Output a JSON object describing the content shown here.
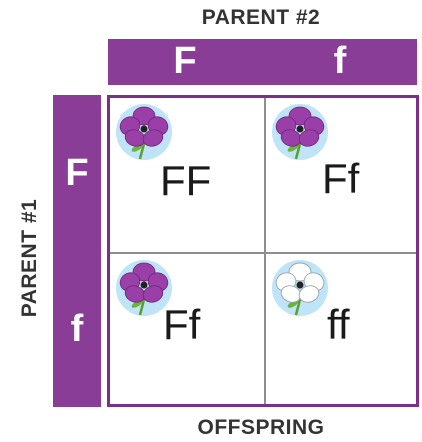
{
  "labels": {
    "parent2": "PARENT #2",
    "parent1": "PARENT #1",
    "offspring": "OFFSPRING"
  },
  "parent2_alleles": [
    "F",
    "f"
  ],
  "parent1_alleles": [
    "F",
    "f"
  ],
  "cells": [
    {
      "genotype": "FF",
      "flower": "purple-flower-icon"
    },
    {
      "genotype": "Ff",
      "flower": "purple-flower-icon"
    },
    {
      "genotype": "Ff",
      "flower": "purple-flower-icon"
    },
    {
      "genotype": "ff",
      "flower": "white-flower-icon"
    }
  ],
  "colors": {
    "accent": "#8a3d96",
    "purple_petal": "#9b3fa8",
    "white_petal": "#ffffff",
    "flower_bg": "#bfe3f7"
  }
}
